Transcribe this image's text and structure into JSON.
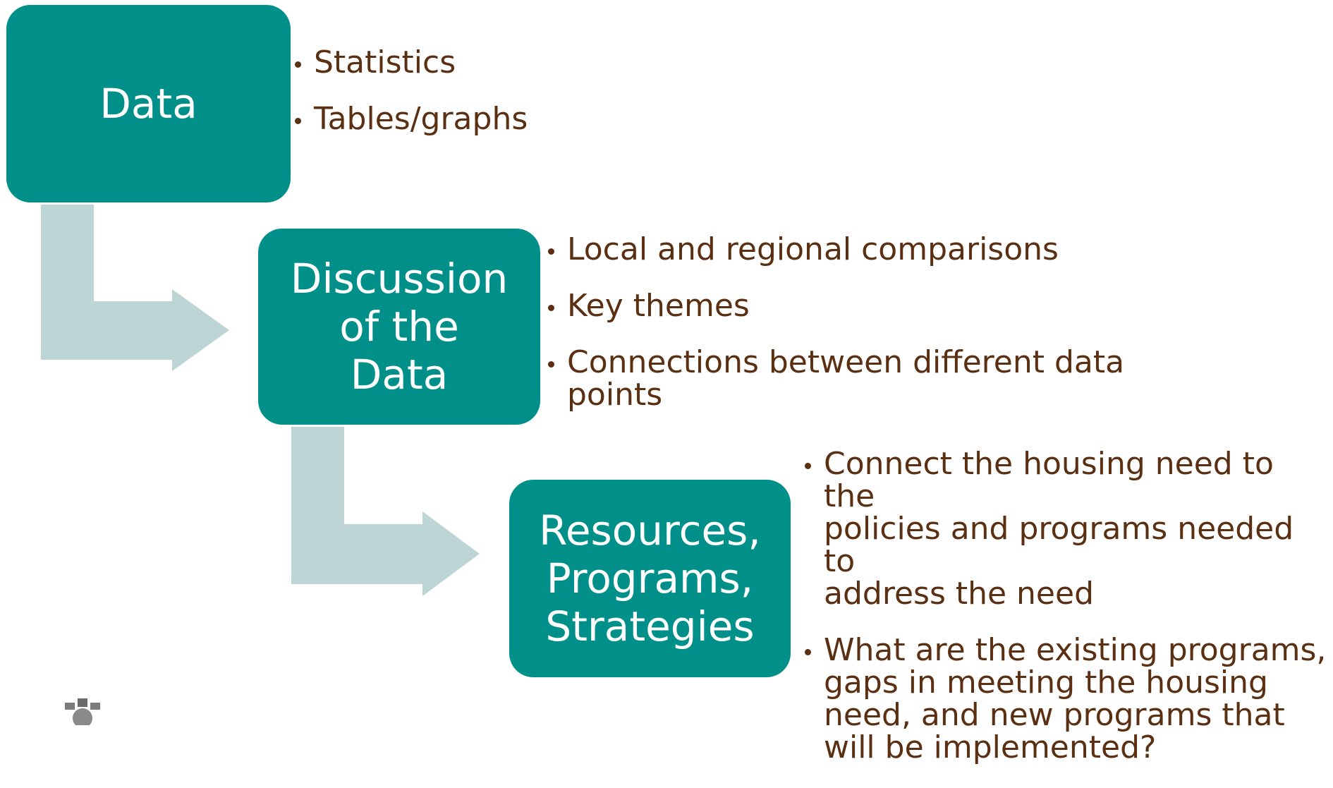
{
  "colors": {
    "box_fill": "#018f8a",
    "arrow_fill": "#bdd5d5",
    "bullet_text": "#5a2f12",
    "box_text": "#ffffff"
  },
  "steps": [
    {
      "label": "Data",
      "bullets": [
        "Statistics",
        "Tables/graphs"
      ]
    },
    {
      "label": "Discussion\nof the\nData",
      "bullets": [
        "Local and regional comparisons",
        "Key themes",
        "Connections between different data\npoints"
      ]
    },
    {
      "label": "Resources,\nPrograms,\nStrategies",
      "bullets": [
        "Connect the housing need to the\npolicies and programs needed to\naddress the need",
        "What are the existing programs,\ngaps in meeting the housing\nneed, and new programs that\nwill be implemented?"
      ]
    }
  ],
  "logo": {
    "icon": "gear-icon"
  }
}
